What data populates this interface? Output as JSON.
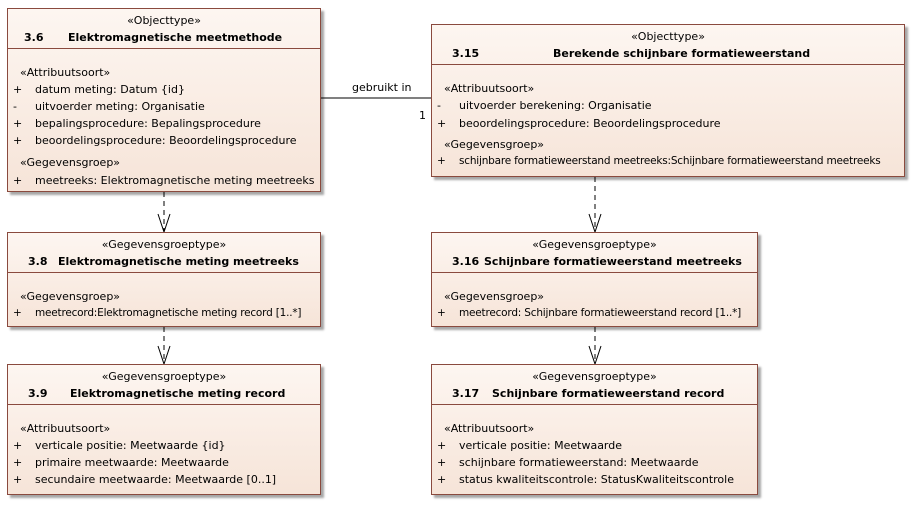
{
  "connector": {
    "label": "gebruikt in",
    "multiplicity": "1"
  },
  "classes": [
    {
      "id": "c36",
      "stereotype": "«Objecttype»",
      "number": "3.6",
      "name": "Elektromagnetische meetmethode",
      "sections": [
        {
          "label": "«Attribuutsoort»",
          "rows": [
            {
              "vis": "+",
              "text": "datum meting: Datum {id}"
            },
            {
              "vis": "-",
              "text": "uitvoerder meting: Organisatie"
            },
            {
              "vis": "+",
              "text": "bepalingsprocedure: Bepalingsprocedure"
            },
            {
              "vis": "+",
              "text": "beoordelingsprocedure: Beoordelingsprocedure"
            }
          ]
        },
        {
          "label": "«Gegevensgroep»",
          "rows": [
            {
              "vis": "+",
              "text": "meetreeks: Elektromagnetische meting meetreeks"
            }
          ]
        }
      ]
    },
    {
      "id": "c315",
      "stereotype": "«Objecttype»",
      "number": "3.15",
      "name": "Berekende schijnbare formatieweerstand",
      "sections": [
        {
          "label": "«Attribuutsoort»",
          "rows": [
            {
              "vis": "-",
              "text": "uitvoerder berekening: Organisatie"
            },
            {
              "vis": "+",
              "text": "beoordelingsprocedure: Beoordelingsprocedure"
            }
          ]
        },
        {
          "label": "«Gegevensgroep»",
          "rows": [
            {
              "vis": "+",
              "text": "schijnbare formatieweerstand meetreeks:Schijnbare formatieweerstand meetreeks"
            }
          ]
        }
      ]
    },
    {
      "id": "c38",
      "stereotype": "«Gegevensgroeptype»",
      "number": "3.8",
      "name": "Elektromagnetische meting meetreeks",
      "sections": [
        {
          "label": "«Gegevensgroep»",
          "rows": [
            {
              "vis": "+",
              "text": "meetrecord:Elektromagnetische meting record [1..*]"
            }
          ]
        }
      ]
    },
    {
      "id": "c316",
      "stereotype": "«Gegevensgroeptype»",
      "number": "3.16",
      "name": "Schijnbare formatieweerstand meetreeks",
      "sections": [
        {
          "label": "«Gegevensgroep»",
          "rows": [
            {
              "vis": "+",
              "text": "meetrecord: Schijnbare formatieweerstand record [1..*]"
            }
          ]
        }
      ]
    },
    {
      "id": "c39",
      "stereotype": "«Gegevensgroeptype»",
      "number": "3.9",
      "name": "Elektromagnetische meting record",
      "sections": [
        {
          "label": "«Attribuutsoort»",
          "rows": [
            {
              "vis": "+",
              "text": "verticale positie: Meetwaarde {id}"
            },
            {
              "vis": "+",
              "text": "primaire meetwaarde: Meetwaarde"
            },
            {
              "vis": "+",
              "text": "secundaire meetwaarde: Meetwaarde [0..1]"
            }
          ]
        }
      ]
    },
    {
      "id": "c317",
      "stereotype": "«Gegevensgroeptype»",
      "number": "3.17",
      "name": "Schijnbare formatieweerstand record",
      "sections": [
        {
          "label": "«Attribuutsoort»",
          "rows": [
            {
              "vis": "+",
              "text": "verticale positie: Meetwaarde"
            },
            {
              "vis": "+",
              "text": "schijnbare formatieweerstand: Meetwaarde"
            },
            {
              "vis": "+",
              "text": "status kwaliteitscontrole: StatusKwaliteitscontrole"
            }
          ]
        }
      ]
    }
  ]
}
